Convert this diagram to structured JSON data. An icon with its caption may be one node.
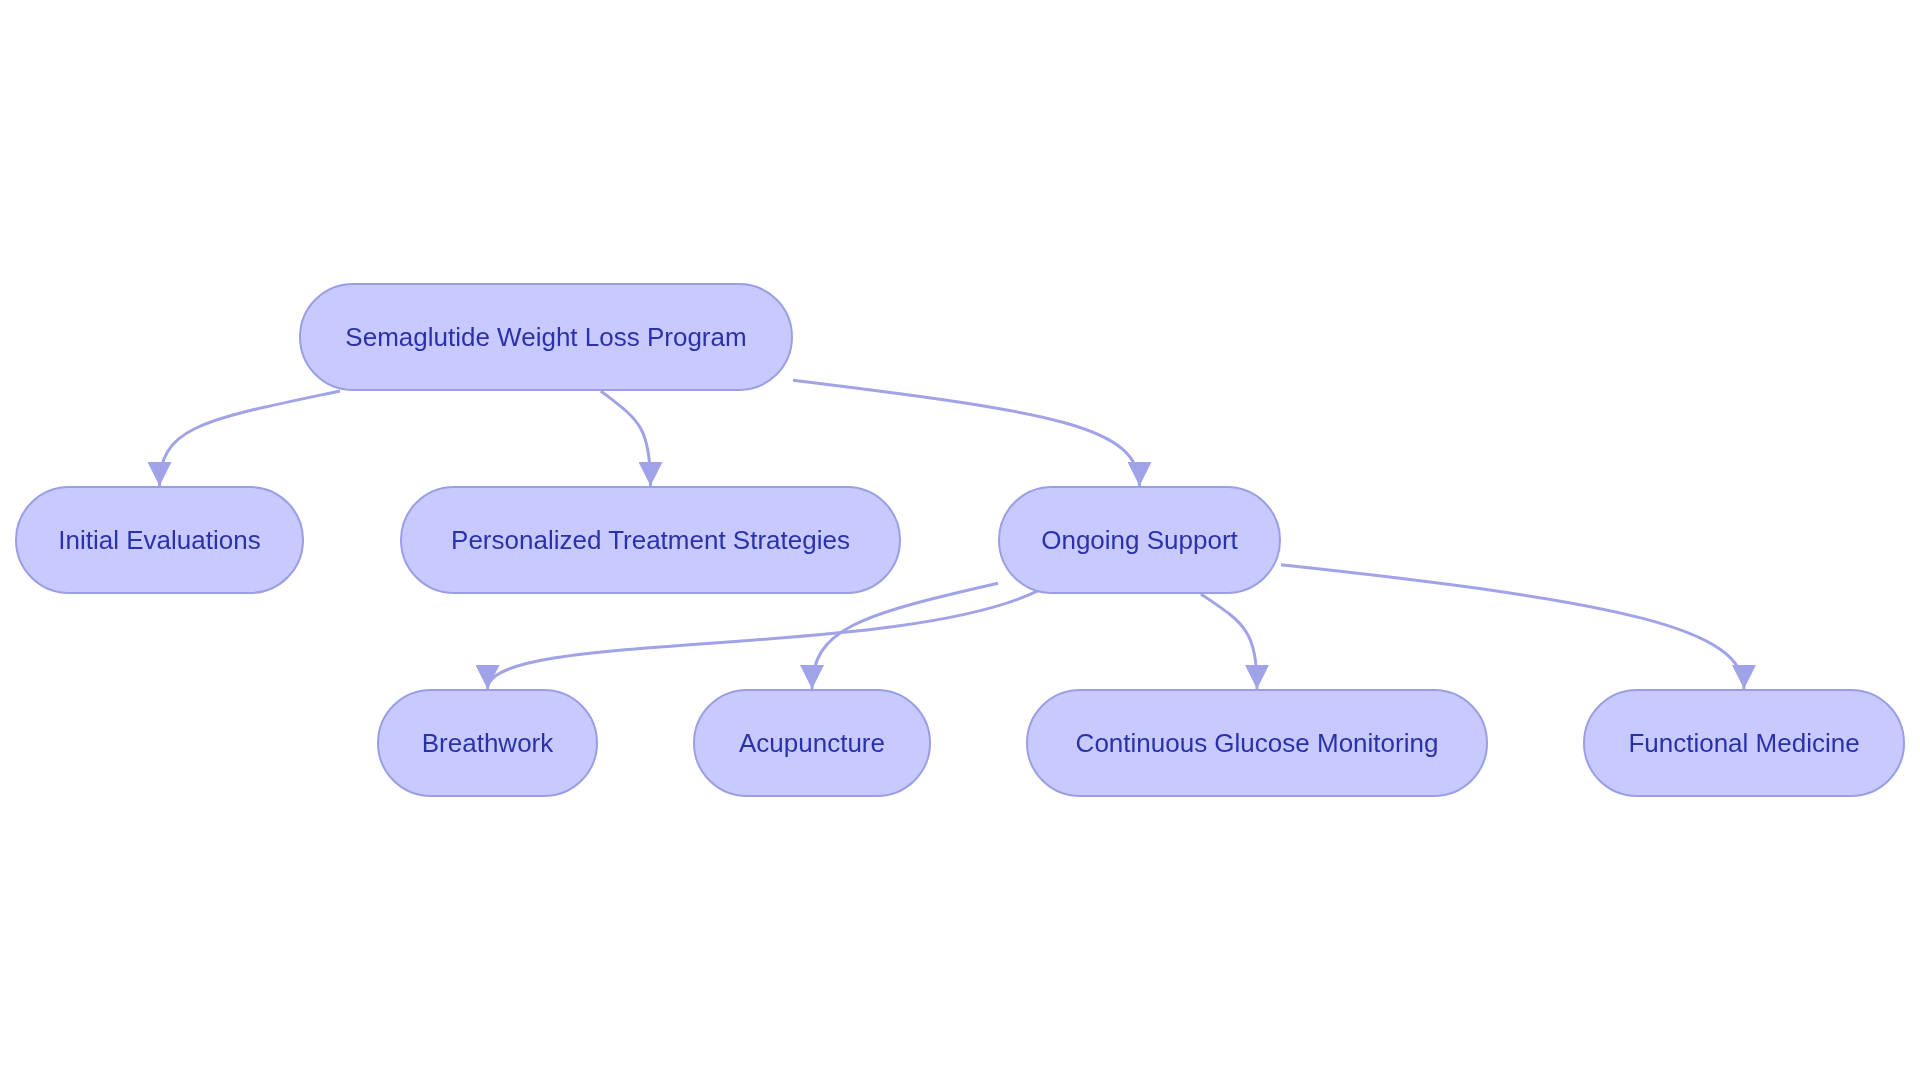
{
  "diagram": {
    "nodes": [
      {
        "text": [
          "Semaglutide Weight Loss Program"
        ]
      },
      {
        "text": [
          "Initial Evaluations"
        ]
      },
      {
        "text": [
          "Personalized Treatment Strategies"
        ]
      },
      {
        "text": [
          "Ongoing Support"
        ]
      },
      {
        "text": [
          "Breathwork"
        ]
      },
      {
        "text": [
          "Acupuncture"
        ]
      },
      {
        "text": [
          "Continuous Glucose Monitoring"
        ]
      },
      {
        "text": [
          "Functional Medicine"
        ]
      }
    ],
    "edges": [
      {
        "from": 0,
        "to": 1,
        "arrow": "to"
      },
      {
        "from": 0,
        "to": 2,
        "arrow": "to"
      },
      {
        "from": 0,
        "to": 3,
        "arrow": "to"
      },
      {
        "from": 3,
        "to": 4,
        "arrow": "to"
      },
      {
        "from": 3,
        "to": 5,
        "arrow": "to"
      },
      {
        "from": 3,
        "to": 6,
        "arrow": "to"
      },
      {
        "from": 3,
        "to": 7,
        "arrow": "to"
      }
    ]
  }
}
